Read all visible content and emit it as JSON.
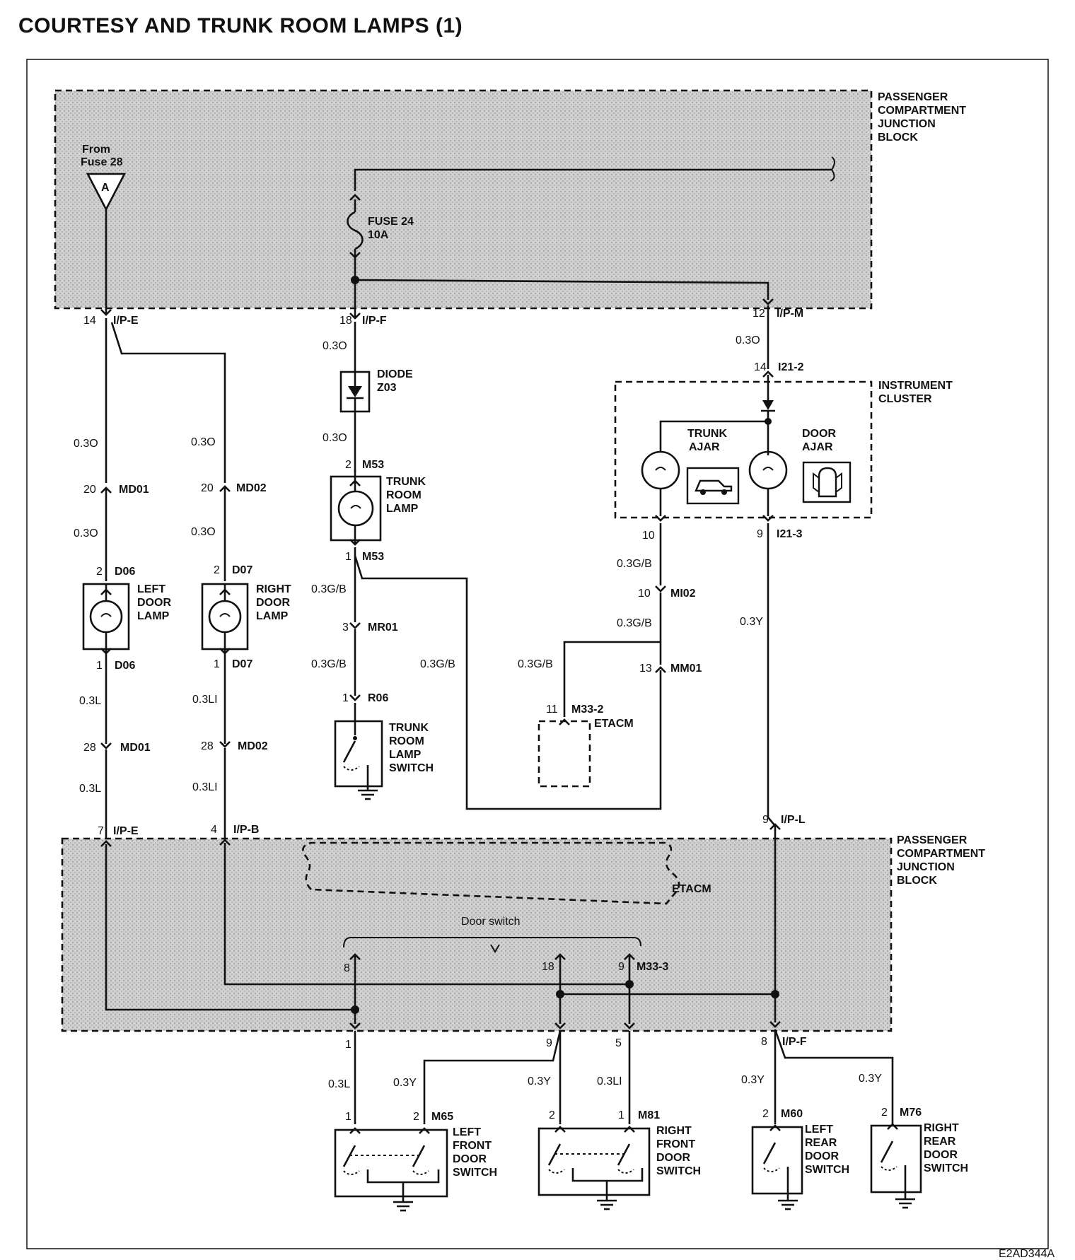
{
  "title": "COURTESY AND TRUNK ROOM LAMPS (1)",
  "footer_code": "E2AD344A",
  "labels": {
    "pcjb_top": [
      "PASSENGER",
      "COMPARTMENT",
      "JUNCTION",
      "BLOCK"
    ],
    "pcjb_bottom": [
      "PASSENGER",
      "COMPARTMENT",
      "JUNCTION",
      "BLOCK"
    ],
    "from_fuse": [
      "From",
      "Fuse 28"
    ],
    "fuse_marker": "A",
    "fuse24": [
      "FUSE 24",
      "10A"
    ],
    "instrument_cluster": [
      "INSTRUMENT",
      "CLUSTER"
    ],
    "trunk_ajar": [
      "TRUNK",
      "AJAR"
    ],
    "door_ajar": [
      "DOOR",
      "AJAR"
    ],
    "diode": [
      "DIODE",
      "Z03"
    ],
    "trunk_room_lamp": [
      "TRUNK",
      "ROOM",
      "LAMP"
    ],
    "left_door_lamp": [
      "LEFT",
      "DOOR",
      "LAMP"
    ],
    "right_door_lamp": [
      "RIGHT",
      "DOOR",
      "LAMP"
    ],
    "trunk_room_lamp_switch": [
      "TRUNK",
      "ROOM",
      "LAMP",
      "SWITCH"
    ],
    "etacm": "ETACM",
    "etacm_inner": "ETACM",
    "door_switch": "Door switch",
    "left_front_door_switch": [
      "LEFT",
      "FRONT",
      "DOOR",
      "SWITCH"
    ],
    "right_front_door_switch": [
      "RIGHT",
      "FRONT",
      "DOOR",
      "SWITCH"
    ],
    "left_rear_door_switch": [
      "LEFT",
      "REAR",
      "DOOR",
      "SWITCH"
    ],
    "right_rear_door_switch": [
      "RIGHT",
      "REAR",
      "DOOR",
      "SWITCH"
    ]
  },
  "connectors": {
    "ipe_top": {
      "pin": "14",
      "name": "I/P-E"
    },
    "ipf_top": {
      "pin": "18",
      "name": "I/P-F"
    },
    "ipm": {
      "pin": "12",
      "name": "I/P-M"
    },
    "i21_2": {
      "pin": "14",
      "name": "I21-2"
    },
    "i21_3_left": {
      "pin": "10",
      "name": ""
    },
    "i21_3_right": {
      "pin": "9",
      "name": "I21-3"
    },
    "md01_a": {
      "pin": "20",
      "name": "MD01"
    },
    "md02_a": {
      "pin": "20",
      "name": "MD02"
    },
    "m53_a": {
      "pin": "2",
      "name": "M53"
    },
    "m53_b": {
      "pin": "1",
      "name": "M53"
    },
    "d06_a": {
      "pin": "2",
      "name": "D06"
    },
    "d06_b": {
      "pin": "1",
      "name": "D06"
    },
    "d07_a": {
      "pin": "2",
      "name": "D07"
    },
    "d07_b": {
      "pin": "1",
      "name": "D07"
    },
    "mr01": {
      "pin": "3",
      "name": "MR01"
    },
    "r06": {
      "pin": "1",
      "name": "R06"
    },
    "mi02": {
      "pin": "10",
      "name": "MI02"
    },
    "mm01": {
      "pin": "13",
      "name": "MM01"
    },
    "m33_2": {
      "pin": "11",
      "name": "M33-2"
    },
    "md01_b": {
      "pin": "28",
      "name": "MD01"
    },
    "md02_b": {
      "pin": "28",
      "name": "MD02"
    },
    "ipe_bottom": {
      "pin": "7",
      "name": "I/P-E"
    },
    "ipb": {
      "pin": "4",
      "name": "I/P-B"
    },
    "ipl": {
      "pin": "9",
      "name": "I/P-L"
    },
    "m33_3_8": {
      "pin": "8",
      "name": ""
    },
    "m33_3_18": {
      "pin": "18",
      "name": ""
    },
    "m33_3_9": {
      "pin": "9",
      "name": "M33-3"
    },
    "ipf_b1": {
      "pin": "1",
      "name": ""
    },
    "ipf_b9": {
      "pin": "9",
      "name": ""
    },
    "ipf_b5": {
      "pin": "5",
      "name": ""
    },
    "ipf_b8": {
      "pin": "8",
      "name": "I/P-F"
    },
    "m65_1": {
      "pin": "1",
      "name": ""
    },
    "m65_2": {
      "pin": "2",
      "name": "M65"
    },
    "m81_2": {
      "pin": "2",
      "name": ""
    },
    "m81_1": {
      "pin": "1",
      "name": "M81"
    },
    "m60": {
      "pin": "2",
      "name": "M60"
    },
    "m76": {
      "pin": "2",
      "name": "M76"
    }
  },
  "wires": {
    "w_a1": "0.3O",
    "w_a2": "0.3O",
    "w_b1": "0.3O",
    "w_b2": "0.3O",
    "w_c1": "0.3O",
    "w_c2": "0.3O",
    "w_ipm": "0.3O",
    "w_l1": "0.3L",
    "w_l2": "0.3L",
    "w_li1": "0.3LI",
    "w_li2": "0.3LI",
    "w_gb1": "0.3G/B",
    "w_gb2": "0.3G/B",
    "w_gb3": "0.3G/B",
    "w_gb4": "0.3G/B",
    "w_gb5": "0.3G/B",
    "w_gb6": "0.3G/B",
    "w_y1": "0.3Y",
    "w_y_lf": "0.3L",
    "w_y_lf2": "0.3Y",
    "w_y_rf": "0.3Y",
    "w_li_rf": "0.3LI",
    "w_y_lr": "0.3Y",
    "w_y_rr": "0.3Y"
  }
}
